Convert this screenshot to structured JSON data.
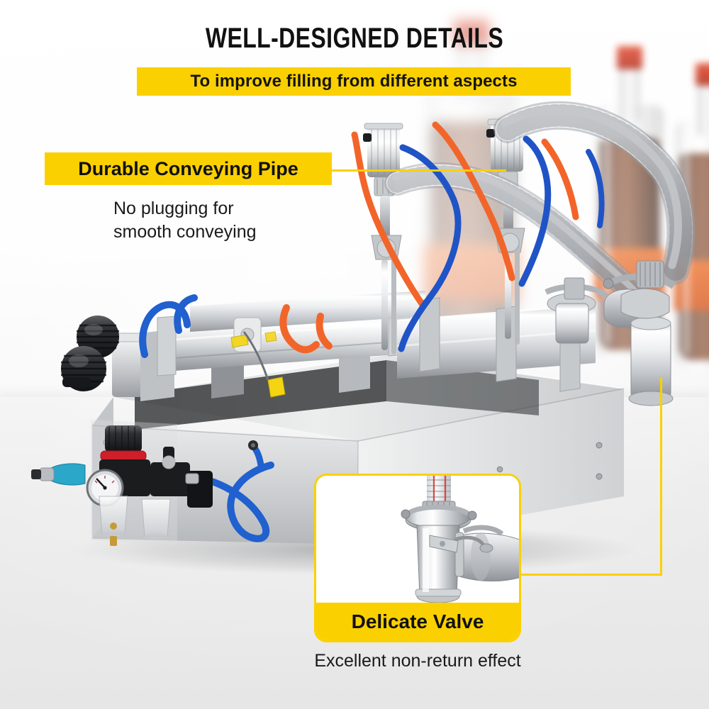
{
  "page": {
    "background_color": "#fbfbfb",
    "accent_yellow": "#FBD000",
    "text_color": "#111111"
  },
  "header": {
    "title": "WELL-DESIGNED DETAILS",
    "subtitle": "To improve filling from different aspects"
  },
  "callouts": [
    {
      "id": "conveying-pipe",
      "label": "Durable Conveying Pipe",
      "description_line1": "No plugging for",
      "description_line2": "smooth conveying",
      "leader": "horizontal-right"
    },
    {
      "id": "delicate-valve",
      "label": "Delicate Valve",
      "caption": "Excellent non-return effect",
      "leader": "elbow-up-right"
    }
  ],
  "product": {
    "name": "pneumatic-liquid-filling-machine",
    "parts": {
      "filling_heads": 2,
      "knobs": 2,
      "conveying_hoses": 2,
      "air_tubes": [
        "blue",
        "orange"
      ],
      "frl_unit": "filter-regulator-lubricator",
      "gauge": "pressure-gauge"
    }
  },
  "background_scene": {
    "bottles": 2,
    "bottle_cap_color": "#c6301a",
    "bottle_label_color": "#e8621f",
    "liquid_color": "#75412a"
  },
  "icons": {
    "leader_line": "leader-line-icon",
    "gauge": "pressure-gauge-icon"
  }
}
